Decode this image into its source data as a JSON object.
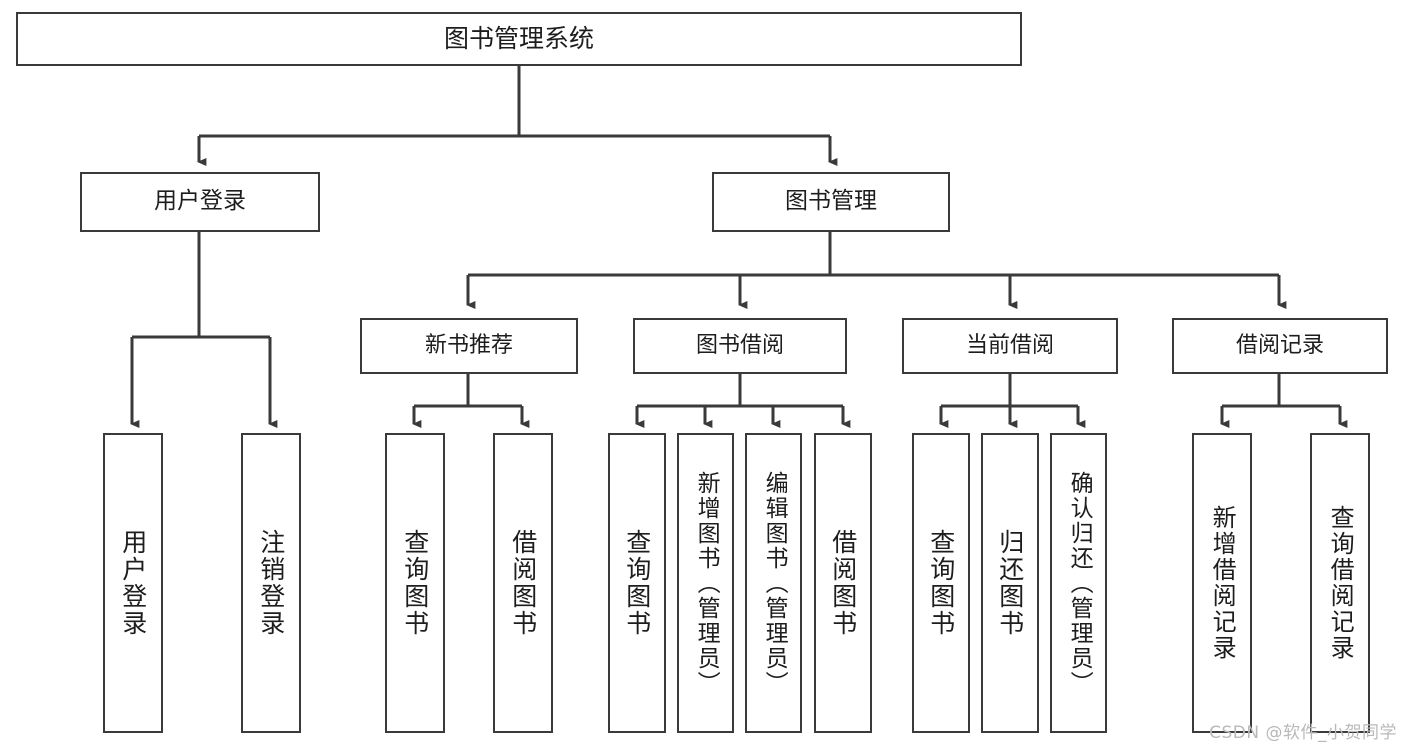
{
  "diagram": {
    "type": "tree",
    "title": "图书管理系统",
    "watermark": "CSDN @软件_小贺同学",
    "colors": {
      "background": "#ffffff",
      "box_border": "#3a3a3a",
      "box_fill": "#ffffff",
      "connector": "#3a3a3a",
      "text": "#1d1d1d",
      "watermark": "#b9b9b9"
    },
    "nodes": {
      "root": {
        "label": "图书管理系统"
      },
      "level1": [
        {
          "label": "用户登录"
        },
        {
          "label": "图书管理"
        }
      ],
      "level2": [
        {
          "label": "新书推荐"
        },
        {
          "label": "图书借阅"
        },
        {
          "label": "当前借阅"
        },
        {
          "label": "借阅记录"
        }
      ],
      "leaves": {
        "user_login": [
          {
            "label": "用户登录"
          },
          {
            "label": "注销登录"
          }
        ],
        "new_book_recommend": [
          {
            "label": "查询图书"
          },
          {
            "label": "借阅图书"
          }
        ],
        "book_borrow": [
          {
            "label": "查询图书"
          },
          {
            "label": "新增图书（管理员）"
          },
          {
            "label": "编辑图书（管理员）"
          },
          {
            "label": "借阅图书"
          }
        ],
        "current_borrow": [
          {
            "label": "查询图书"
          },
          {
            "label": "归还图书"
          },
          {
            "label": "确认归还（管理员）"
          }
        ],
        "borrow_record": [
          {
            "label": "新增借阅记录"
          },
          {
            "label": "查询借阅记录"
          }
        ]
      }
    }
  }
}
